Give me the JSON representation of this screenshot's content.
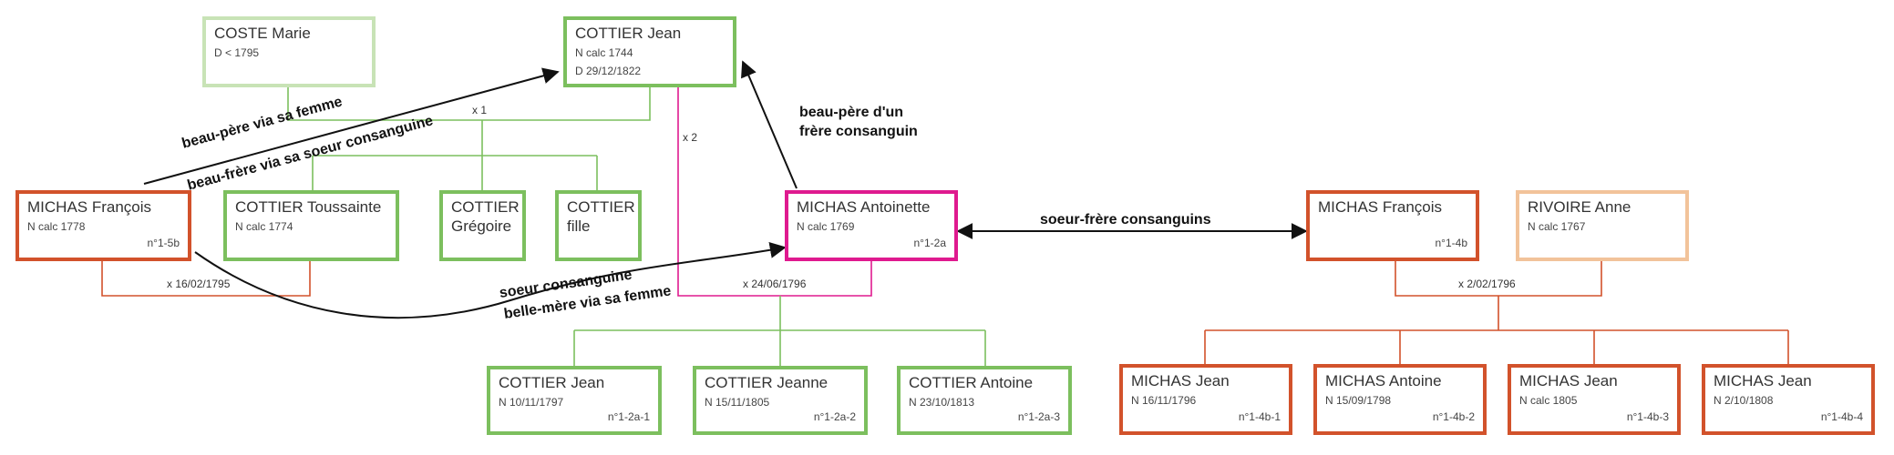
{
  "people": {
    "coste_marie": {
      "name": "COSTE Marie",
      "event": "D < 1795"
    },
    "cottier_jean_father": {
      "name": "COTTIER Jean",
      "birth": "N calc 1744",
      "death": "D 29/12/1822"
    },
    "michas_francois_left": {
      "name": "MICHAS François",
      "birth": "N calc 1778",
      "ref": "n°1-5b"
    },
    "cottier_toussainte": {
      "name": "COTTIER Toussainte",
      "birth": "N calc 1774"
    },
    "cottier_gregoire": {
      "name": "COTTIER\nGrégoire"
    },
    "cottier_fille": {
      "name": "COTTIER\nfille"
    },
    "michas_antoinette": {
      "name": "MICHAS Antoinette",
      "birth": "N calc 1769",
      "ref": "n°1-2a"
    },
    "michas_francois_right": {
      "name": "MICHAS François",
      "ref": "n°1-4b"
    },
    "rivoire_anne": {
      "name": "RIVOIRE Anne",
      "birth": "N calc 1767"
    },
    "cottier_jean_child": {
      "name": "COTTIER Jean",
      "birth": "N 10/11/1797",
      "ref": "n°1-2a-1"
    },
    "cottier_jeanne": {
      "name": "COTTIER Jeanne",
      "birth": "N 15/11/1805",
      "ref": "n°1-2a-2"
    },
    "cottier_antoine": {
      "name": "COTTIER Antoine",
      "birth": "N 23/10/1813",
      "ref": "n°1-2a-3"
    },
    "michas_jean_1": {
      "name": "MICHAS Jean",
      "birth": "N 16/11/1796",
      "ref": "n°1-4b-1"
    },
    "michas_antoine": {
      "name": "MICHAS Antoine",
      "birth": "N 15/09/1798",
      "ref": "n°1-4b-2"
    },
    "michas_jean_2": {
      "name": "MICHAS Jean",
      "birth": "N calc 1805",
      "ref": "n°1-4b-3"
    },
    "michas_jean_3": {
      "name": "MICHAS Jean",
      "birth": "N 2/10/1808",
      "ref": "n°1-4b-4"
    }
  },
  "marriages": {
    "coste_cottier": "x 1",
    "cottier_antoinette": "x 2",
    "michas_toussainte": "x 16/02/1795",
    "cottier_antoinette_date": "x 24/06/1796",
    "michas_rivoire": "x 2/02/1796"
  },
  "relations": {
    "beau_pere_femme": "beau-père via sa femme",
    "beau_frere_soeur": "beau-frère via sa soeur consanguine",
    "beau_pere_frere_line1": "beau-père d'un",
    "beau_pere_frere_line2": "frère consanguin",
    "soeur_frere": "soeur-frère consanguins",
    "soeur_consanguine": "soeur consanguine",
    "belle_mere_femme": "belle-mère via sa femme"
  },
  "colors": {
    "green": "#7cbf5e",
    "light_green": "#c8e3b6",
    "orange": "#d2522b",
    "peach": "#f2c39a",
    "magenta": "#df1a8f",
    "arrow": "#111111"
  }
}
